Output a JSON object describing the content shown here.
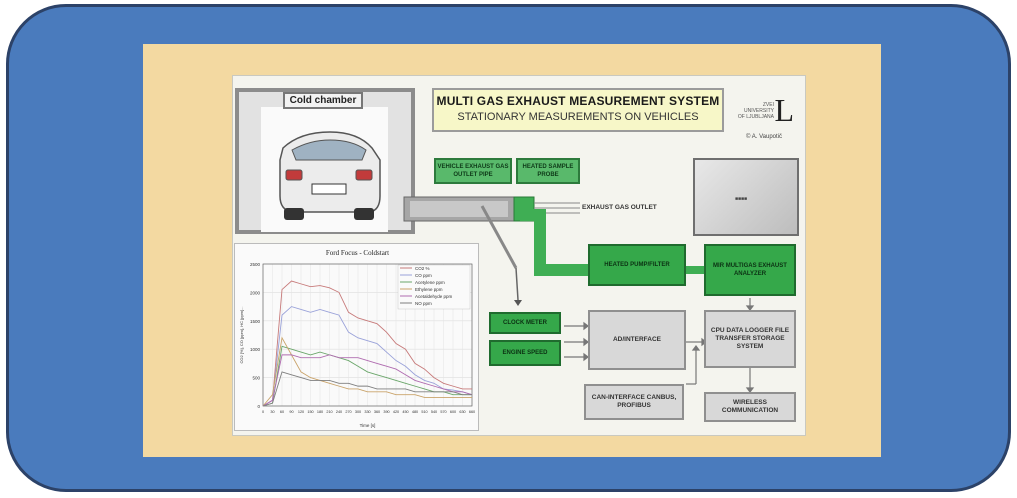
{
  "diagram": {
    "title": "MULTI GAS EXHAUST MEASUREMENT SYSTEM",
    "subtitle": "STATIONARY MEASUREMENTS ON VEHICLES",
    "logo_letter": "L",
    "logo_lines": [
      "ZVEI",
      "UNIVERSITY",
      "OF LJUBLJANA"
    ],
    "logo_copyright": "© A. Vaupotič",
    "chamber_label": "Cold chamber",
    "vehicle_exhaust": "VEHICLE EXHAUST GAS OUTLET PIPE",
    "heated_probe": "HEATED SAMPLE PROBE",
    "exhaust_outlet": "EXHAUST GAS OUTLET",
    "heated_filter": "HEATED PUMP/FILTER",
    "mir_analyzer": "MIR MULTIGAS EXHAUST ANALYZER",
    "left_box_1": "CLOCK METER",
    "left_box_2": "ENGINE SPEED",
    "ad_interface": "AD/INTERFACE",
    "cpu": "CPU DATA LOGGER FILE TRANSFER STORAGE SYSTEM",
    "can_interface": "CAN-INTERFACE CANBUS, PROFIBUS",
    "wireless": "WIRELESS COMMUNICATION"
  },
  "chart_data": {
    "type": "line",
    "title": "Ford Focus - Coldstart",
    "xlabel": "Time [s]",
    "ylabel": "CO2 [%], CO [ppm], HC [ppm]...",
    "x": [
      0,
      30,
      60,
      90,
      120,
      150,
      180,
      210,
      240,
      270,
      300,
      330,
      360,
      390,
      420,
      450,
      480,
      510,
      540,
      570,
      600,
      630,
      660
    ],
    "x_tick_labels": [
      "0",
      "30",
      "60",
      "90",
      "120",
      "150",
      "180",
      "210",
      "240",
      "270",
      "300",
      "330",
      "360",
      "390",
      "420",
      "450",
      "480",
      "510",
      "540",
      "570",
      "600",
      "630",
      "660"
    ],
    "ylim": [
      0,
      2500
    ],
    "y_ticks": [
      0,
      500,
      1000,
      1500,
      2000,
      2500
    ],
    "legend_position": "top-right",
    "series": [
      {
        "name": "CO2 %",
        "color": "#c77a7a",
        "values": [
          0,
          100,
          2050,
          2200,
          2150,
          2100,
          2120,
          2080,
          2000,
          1650,
          1550,
          1500,
          1450,
          1300,
          1100,
          1000,
          750,
          650,
          500,
          400,
          350,
          300,
          300
        ]
      },
      {
        "name": "CO ppm",
        "color": "#9aa2d9",
        "values": [
          0,
          100,
          1600,
          1750,
          1700,
          1650,
          1700,
          1650,
          1600,
          1300,
          1200,
          1150,
          1100,
          950,
          800,
          700,
          550,
          450,
          400,
          300,
          280,
          250,
          200
        ]
      },
      {
        "name": "Acetylene ppm",
        "color": "#6aa66a",
        "values": [
          0,
          50,
          1050,
          1000,
          950,
          900,
          950,
          900,
          850,
          800,
          700,
          600,
          550,
          500,
          450,
          400,
          350,
          300,
          250,
          250,
          200,
          200,
          200
        ]
      },
      {
        "name": "Ethylene ppm",
        "color": "#c9a36a",
        "values": [
          0,
          200,
          1200,
          900,
          600,
          500,
          450,
          400,
          350,
          300,
          300,
          250,
          250,
          250,
          200,
          200,
          200,
          150,
          150,
          150,
          150,
          150,
          150
        ]
      },
      {
        "name": "Acetaldehyde ppm",
        "color": "#b06cb0",
        "values": [
          0,
          100,
          900,
          900,
          850,
          850,
          850,
          900,
          850,
          850,
          850,
          800,
          750,
          700,
          650,
          550,
          450,
          400,
          350,
          300,
          250,
          250,
          200
        ]
      },
      {
        "name": "NO ppm",
        "color": "#7f7f7f",
        "values": [
          0,
          50,
          600,
          550,
          500,
          450,
          450,
          450,
          400,
          400,
          350,
          350,
          300,
          300,
          300,
          300,
          250,
          250,
          250,
          250,
          250,
          200,
          200
        ]
      }
    ]
  },
  "colors": {
    "frame": "#4a7bbd",
    "poster": "#f3d9a1",
    "green": "#59b96b",
    "dark_green": "#35a84a",
    "pipe": "#9e9e9e"
  }
}
